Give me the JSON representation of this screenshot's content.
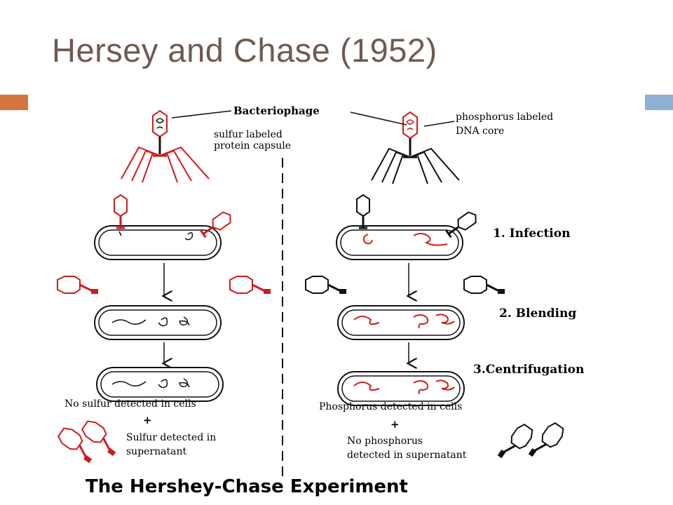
{
  "slide": {
    "title": "Hersey and Chase (1952)",
    "accent_left_color": "#d4743f",
    "accent_right_color": "#8eb1d3"
  },
  "diagram": {
    "bacteriophage_label": "Bacteriophage",
    "left_phage_label_line1": "sulfur labeled",
    "left_phage_label_line2": "protein capsule",
    "right_phage_label_line1": "phosphorus labeled",
    "right_phage_label_line2": "DNA core",
    "steps": [
      "1. Infection",
      "2. Blending",
      "3.Centrifugation"
    ],
    "left_result_line1": "No sulfur detected in cells",
    "left_plus": "+",
    "left_result_line2": "Sulfur detected in",
    "left_result_line3": "supernatant",
    "right_result_line1": "Phosphorus detected in cells",
    "right_plus": "+",
    "right_result_line2": "No phosphorus",
    "right_result_line3": "detected in supernatant",
    "bottom_title": "The Hershey-Chase Experiment",
    "label_color": "#d11a1a"
  }
}
